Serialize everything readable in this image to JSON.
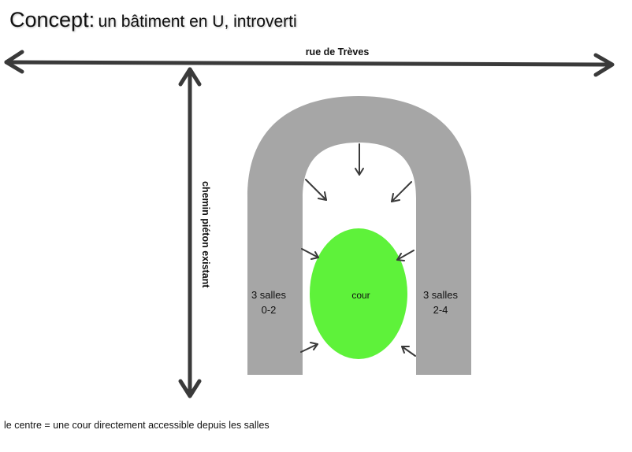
{
  "title": {
    "main": "Concept:",
    "subtitle": "un bâtiment en U, introverti"
  },
  "labels": {
    "street": "rue de Trèves",
    "path": "chemin piéton existant",
    "courtyard": "cour",
    "left_wing_line1": "3 salles",
    "left_wing_line2": "0-2",
    "right_wing_line1": "3 salles",
    "right_wing_line2": "2-4"
  },
  "caption": "le centre = une cour directement  accessible depuis les salles",
  "colors": {
    "building": "#a6a6a6",
    "courtyard": "#5ef23a",
    "arrow": "#3a3a3a",
    "text": "#111111"
  }
}
